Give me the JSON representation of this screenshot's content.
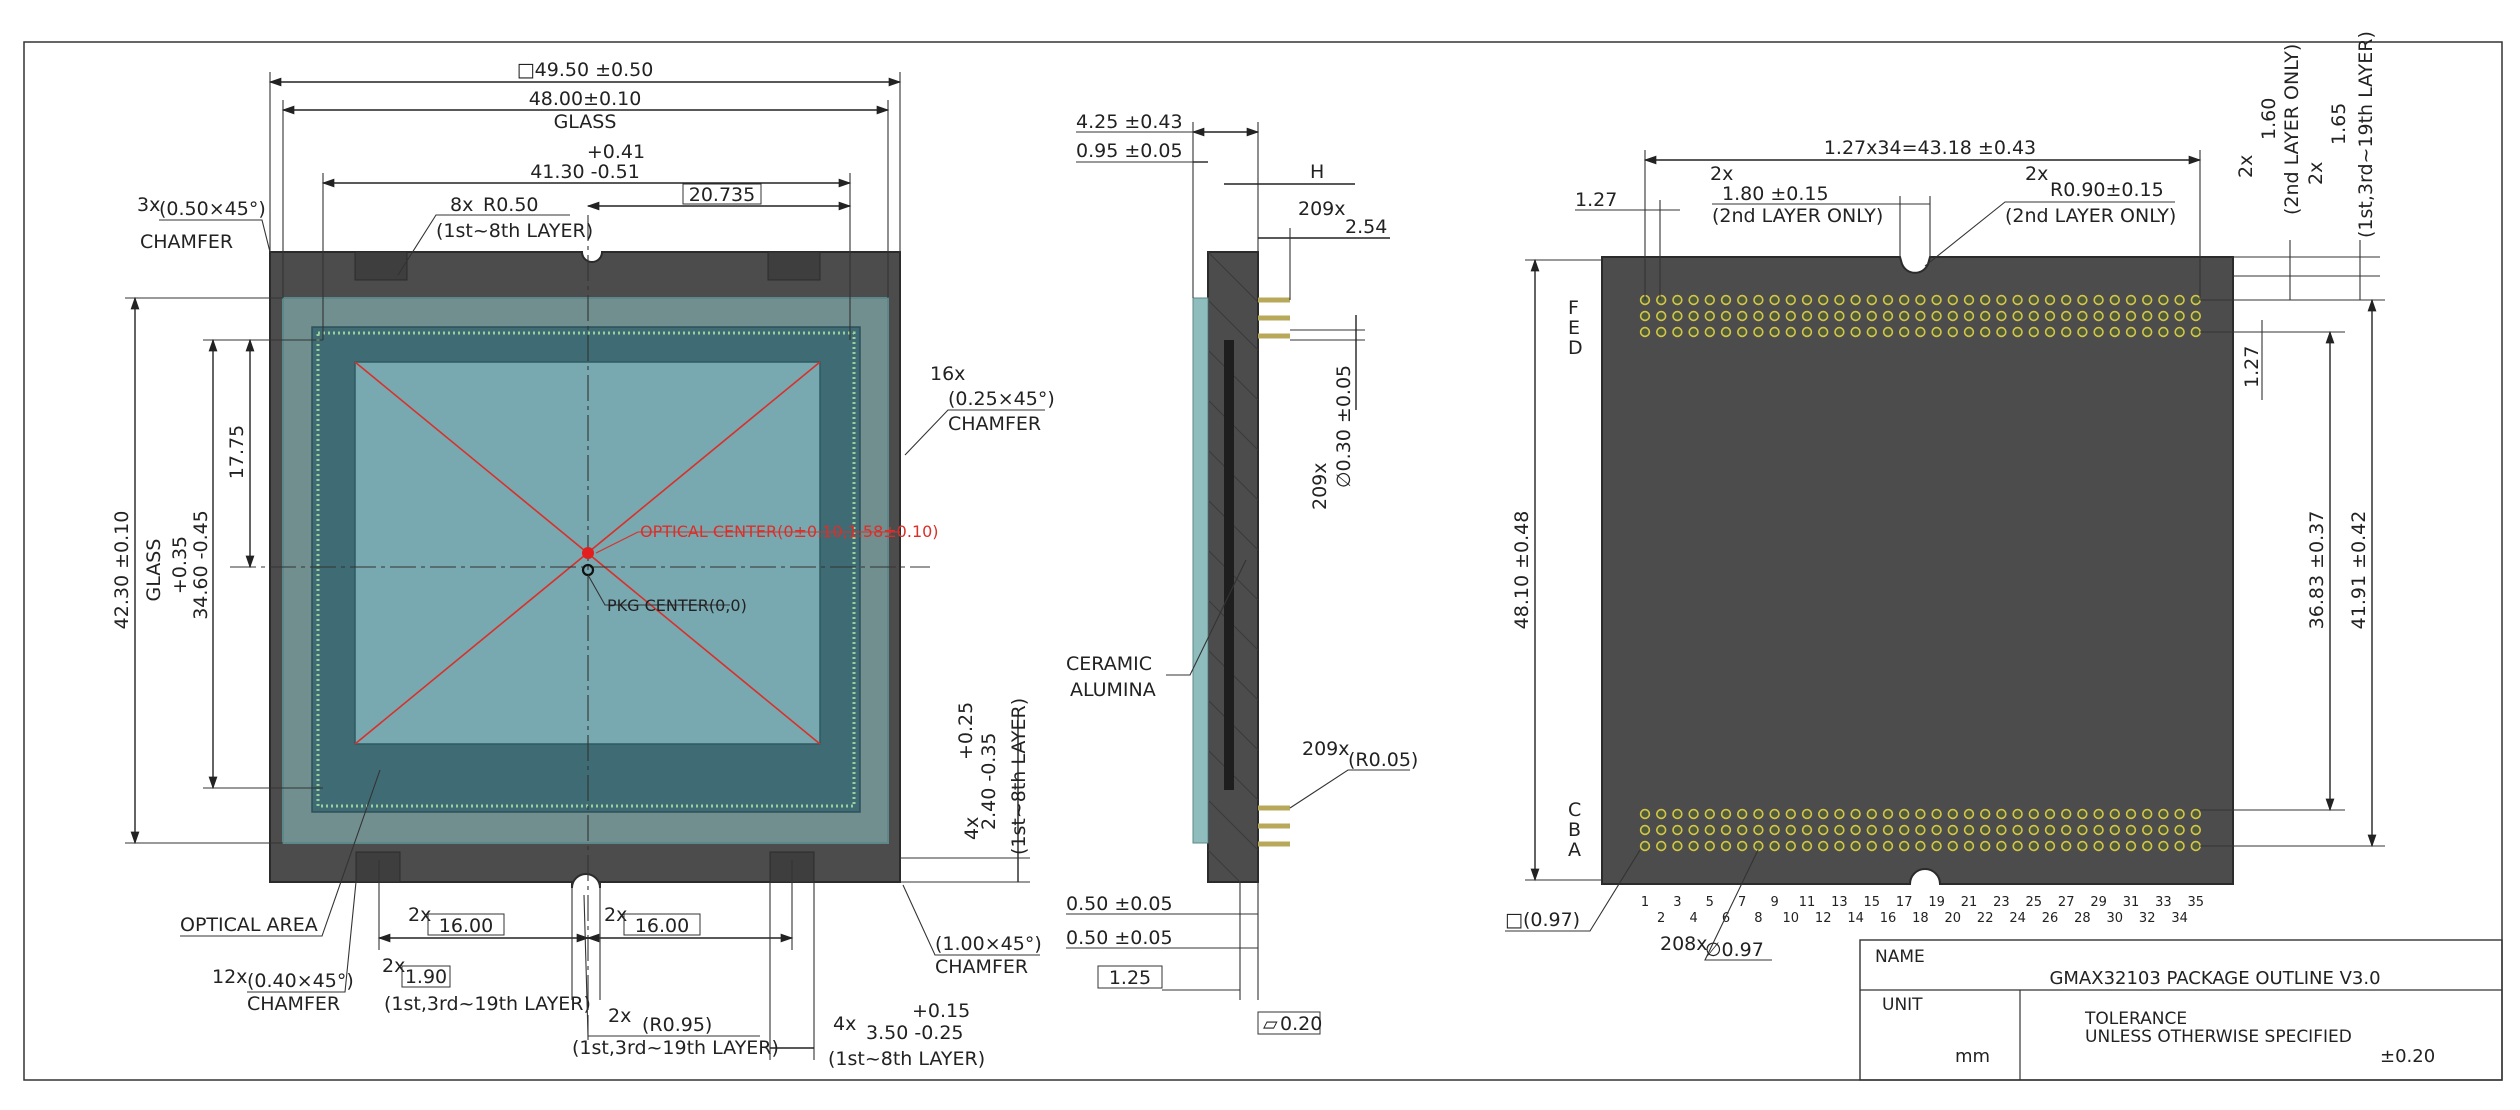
{
  "title_block": {
    "name_label": "NAME",
    "name_value": "GMAX32103 PACKAGE OUTLINE V3.0",
    "unit_label": "UNIT",
    "unit_value": "mm",
    "tolerance_line1": "TOLERANCE",
    "tolerance_line2": "UNLESS OTHERWISE SPECIFIED",
    "tolerance_value": "±0.20"
  },
  "front_view": {
    "overall": "□49.50 ±0.50",
    "glass_width": "48.00±0.10",
    "glass_label": "GLASS",
    "tol_plus": "+0.41",
    "active_width": "41.30 -0.51",
    "offset": "20.735",
    "corner_chamfer_qty": "3x",
    "corner_chamfer": "(0.50×45°)",
    "corner_chamfer_label": "CHAMFER",
    "notch_radius_qty": "8x",
    "notch_radius": "R0.50",
    "notch_radius_layer": "(1st~8th LAYER)",
    "side_chamfer_qty": "16x",
    "side_chamfer": "(0.25×45°)",
    "side_chamfer_label": "CHAMFER",
    "glass_height": "42.30 ±0.10",
    "glass_height_label": "GLASS",
    "active_height_plus": "+0.35",
    "active_height": "34.60 -0.45",
    "half_height": "17.75",
    "optical_center": "OPTICAL CENTER(0±0.10,1.58±0.10)",
    "pkg_center": "PKG CENTER(0,0)",
    "step_qty": "4x",
    "step_plus": "+0.25",
    "step_value": "2.40 -0.35",
    "step_layer": "(1st~8th LAYER)",
    "optical_area": "OPTICAL AREA",
    "pitch_qty": "2x",
    "pitch_value": "16.00",
    "pitch_qty_2": "2x",
    "pitch_value_2": "16.00",
    "bottom_chamfer": "(1.00×45°)",
    "bottom_chamfer_label": "CHAMFER",
    "small_chamfer_qty": "12x",
    "small_chamfer": "(0.40×45°)",
    "small_chamfer_label": "CHAMFER",
    "slot_qty": "2x",
    "slot_width": "1.90",
    "slot_layer": "(1st,3rd~19th LAYER)",
    "slot_r_qty": "2x",
    "slot_r": "(R0.95)",
    "slot_r_layer": "(1st,3rd~19th LAYER)",
    "notch_qty": "4x",
    "notch_plus": "+0.15",
    "notch_value": "3.50 -0.25",
    "notch_layer": "(1st~8th LAYER)"
  },
  "side_view": {
    "total_height": "4.25 ±0.43",
    "glass_thickness": "0.95 ±0.05",
    "h_label": "H",
    "pin_qty": "209x",
    "pin_length": "2.54",
    "pin_dia_qty": "209x",
    "pin_dia": "∅0.30 ±0.05",
    "ceramic_1": "CERAMIC",
    "ceramic_2": "ALUMINA",
    "tip_qty": "209x",
    "tip_radius": "(R0.05)",
    "gap_1": "0.50 ±0.05",
    "gap_2": "0.50 ±0.05",
    "base": "1.25",
    "flatness": "0.20"
  },
  "bottom_view": {
    "pin_span": "1.27x34=43.18 ±0.43",
    "pitch_x": "1.27",
    "pad_qty": "2x",
    "pad_size": "1.80 ±0.15",
    "pad_layer": "(2nd LAYER ONLY)",
    "pad_r_qty": "2x",
    "pad_r": "R0.90±0.15",
    "pad_r_layer": "(2nd LAYER ONLY)",
    "right_qty_1": "2x",
    "right_dim_1": "1.60",
    "right_layer_1": "(2nd LAYER ONLY)",
    "right_qty_2": "2x",
    "right_dim_2": "1.65",
    "right_layer_2": "(1st,3rd~19th LAYER)",
    "row_top": [
      "F",
      "E",
      "D"
    ],
    "row_bottom": [
      "C",
      "B",
      "A"
    ],
    "pitch_y": "1.27",
    "height_total": "48.10 ±0.48",
    "inner_span": "36.83 ±0.37",
    "outer_span": "41.91 ±0.42",
    "pad_square": "□(0.97)",
    "pad_dia_qty": "208x",
    "pad_dia": "∅0.97",
    "columns_odd": [
      "1",
      "3",
      "5",
      "7",
      "9",
      "11",
      "13",
      "15",
      "17",
      "19",
      "21",
      "23",
      "25",
      "27",
      "29",
      "31",
      "33",
      "35"
    ],
    "columns_even": [
      "2",
      "4",
      "6",
      "8",
      "10",
      "12",
      "14",
      "16",
      "18",
      "20",
      "22",
      "24",
      "26",
      "28",
      "30",
      "32",
      "34"
    ]
  }
}
